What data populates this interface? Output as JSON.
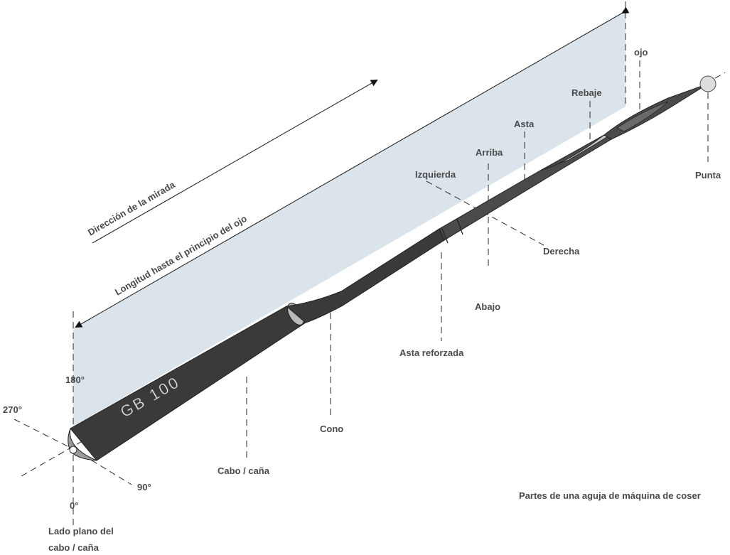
{
  "diagram": {
    "caption": "Partes de una aguja de máquina de coser",
    "engraving": "GB 100",
    "arrows": {
      "view_direction": "Dirección de la mirada",
      "length_to_eye": "Longitud hasta el principio del ojo"
    },
    "labels": {
      "eye": "ojo",
      "scarf": "Rebaje",
      "blade": "Asta",
      "top": "Arriba",
      "left": "Izquierda",
      "right": "Derecha",
      "bottom": "Abajo",
      "point": "Punta",
      "reinforced_blade": "Asta reforzada",
      "cone": "Cono",
      "shank": "Cabo / caña",
      "deg_180": "180°",
      "deg_270": "270°",
      "deg_90": "90°",
      "deg_0": "0°",
      "flat_side_line1": "Lado plano del",
      "flat_side_line2": "cabo / caña"
    }
  }
}
